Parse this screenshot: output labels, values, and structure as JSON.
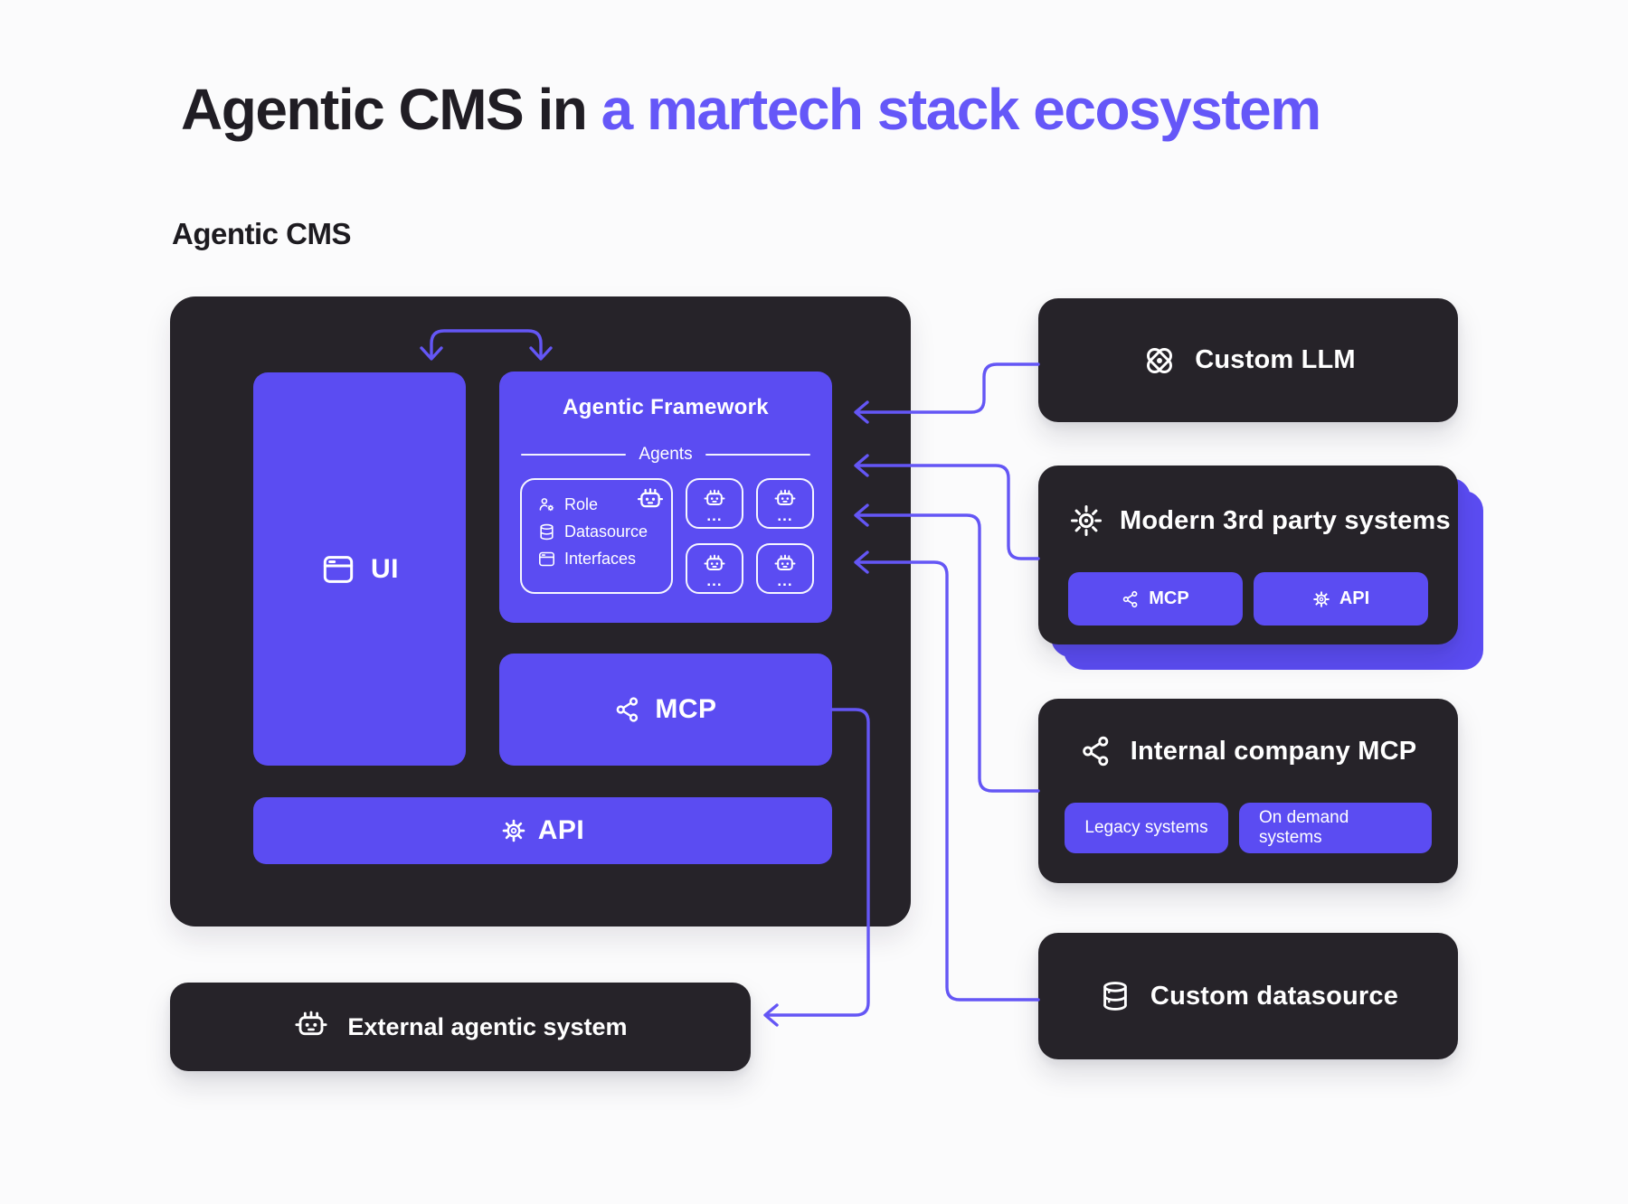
{
  "page": {
    "title_dark": "Agentic CMS in",
    "title_accent": " a martech stack ecosystem",
    "section_label": "Agentic CMS"
  },
  "cms": {
    "ui_label": "UI",
    "framework": {
      "title": "Agentic Framework",
      "divider_label": "Agents",
      "agent_card": {
        "items": [
          {
            "icon": "role-icon",
            "label": "Role"
          },
          {
            "icon": "datasource-icon",
            "label": "Datasource"
          },
          {
            "icon": "interfaces-icon",
            "label": "Interfaces"
          }
        ]
      },
      "more_agents_label": "..."
    },
    "mcp_label": "MCP",
    "api_label": "API"
  },
  "external_system": {
    "label": "External agentic system"
  },
  "ecosystem": {
    "custom_llm": {
      "label": "Custom LLM"
    },
    "modern_third_party": {
      "label": "Modern 3rd party systems",
      "buttons": [
        {
          "label": "MCP"
        },
        {
          "label": "API"
        }
      ]
    },
    "internal_mcp": {
      "label": "Internal company MCP",
      "buttons": [
        {
          "label": "Legacy systems"
        },
        {
          "label": "On demand systems"
        }
      ]
    },
    "custom_datasource": {
      "label": "Custom datasource"
    }
  },
  "colors": {
    "box_purple": "#5b4cf2",
    "connector_purple": "#6456f5",
    "dark": "#262329",
    "title_accent": "#6557f8",
    "background": "#fbfbfc"
  }
}
